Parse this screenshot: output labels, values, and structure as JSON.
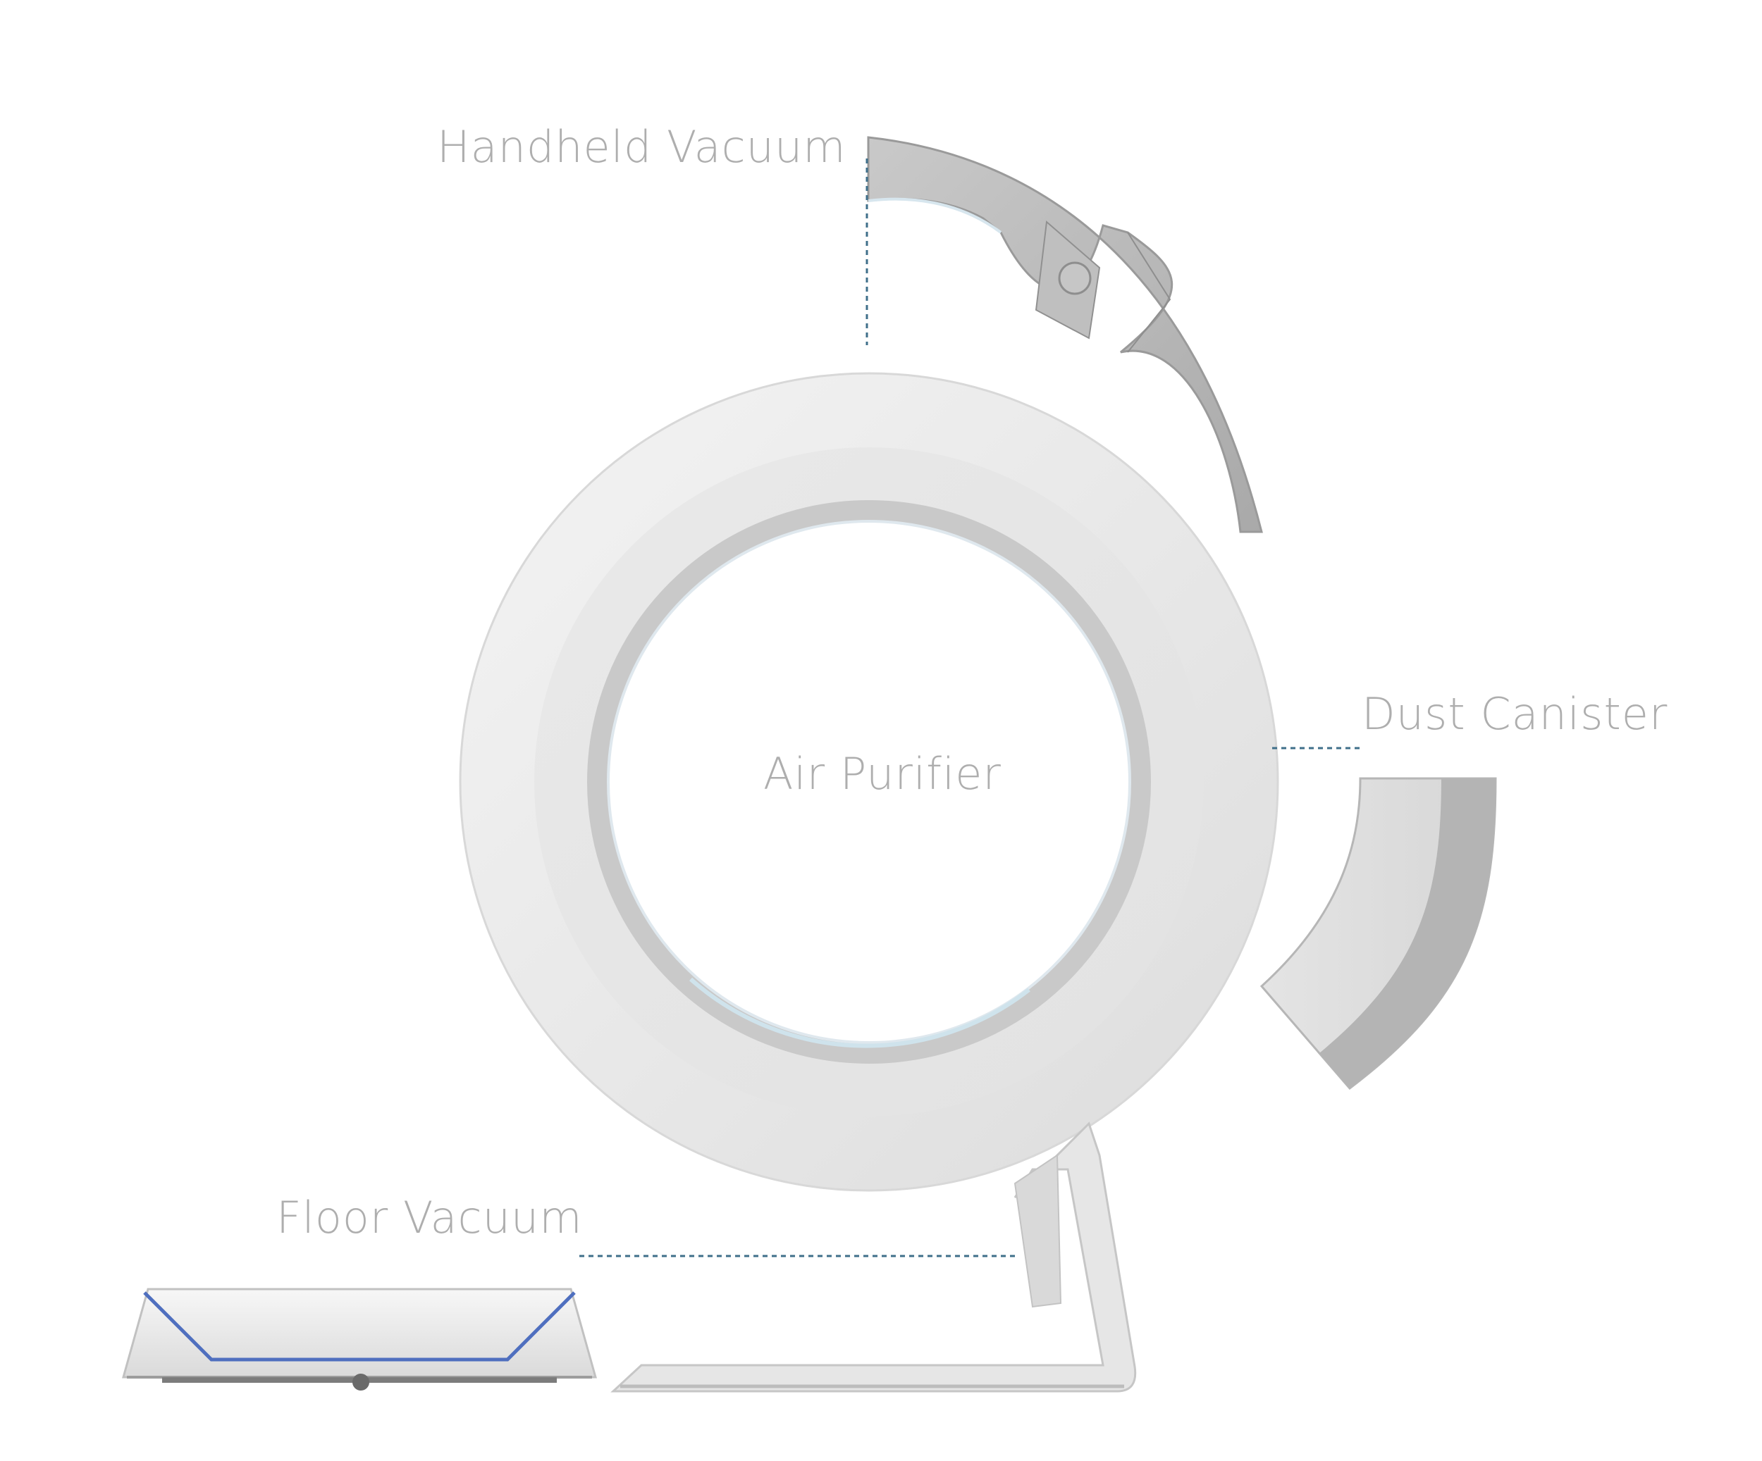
{
  "diagram": {
    "labels": {
      "handheld_vacuum": "Handheld Vacuum",
      "air_purifier": "Air Purifier",
      "dust_canister": "Dust Canister",
      "floor_vacuum": "Floor Vacuum"
    },
    "colors": {
      "background": "#ffffff",
      "label_text": "#aeaeae",
      "leader_line": "#3f6f8a",
      "ring_light": "#ececec",
      "part_grey": "#b4b4b4",
      "accent_blue": "#4f6fbf"
    }
  }
}
